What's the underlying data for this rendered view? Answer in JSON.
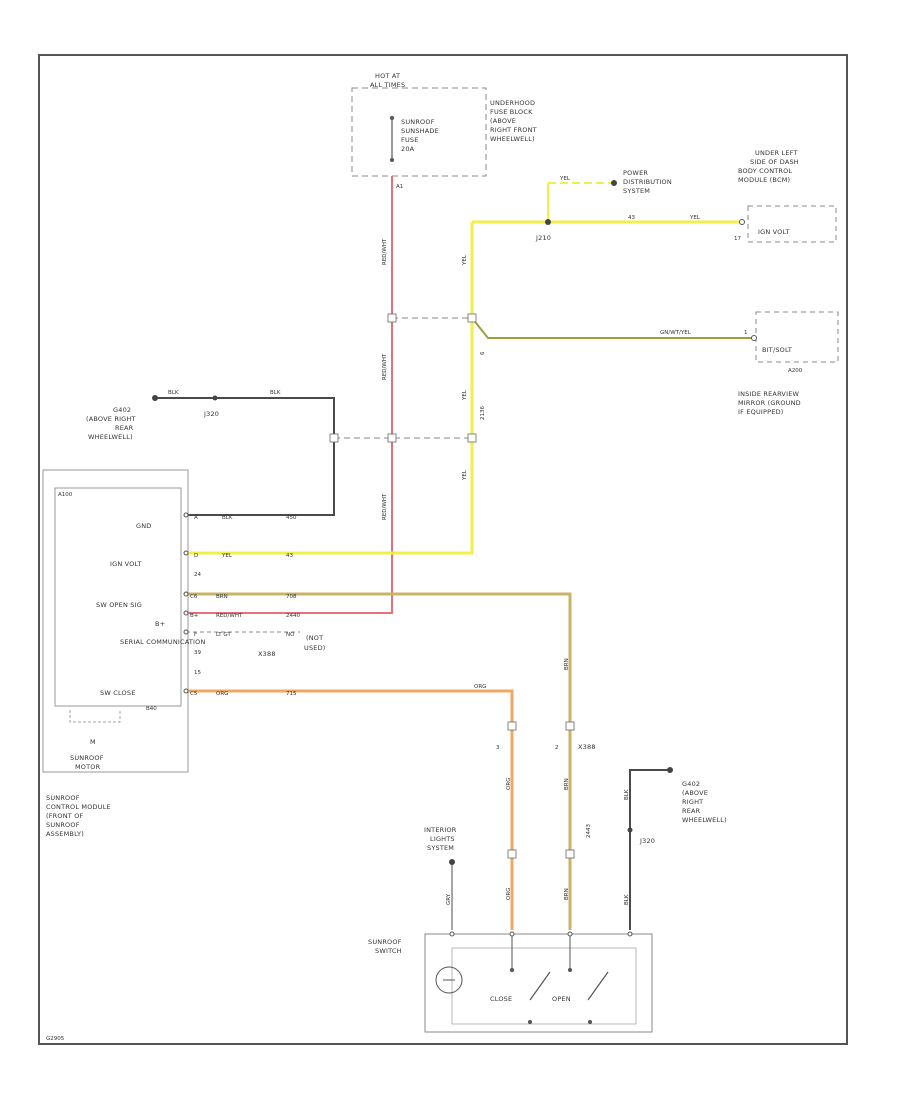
{
  "colors": {
    "red": "#e8707a",
    "yellow": "#f2ee4a",
    "tan": "#c9b365",
    "orange": "#f0a860",
    "black": "#4a4a4a",
    "green_yellow": "#9aa040",
    "dashed": "#888888",
    "frame": "#555555"
  },
  "fuse_block": {
    "top_label": [
      "HOT AT",
      "ALL TIMES"
    ],
    "fuse_label": [
      "SUNROOF",
      "SUNSHADE",
      "FUSE",
      "20A"
    ],
    "location": [
      "UNDERHOOD",
      "FUSE BLOCK",
      "(ABOVE",
      "RIGHT FRONT",
      "WHEELWELL)"
    ],
    "pin": "A1"
  },
  "power_distribution": {
    "label": [
      "POWER",
      "DISTRIBUTION",
      "SYSTEM"
    ],
    "wire": "YEL"
  },
  "splice_j210": {
    "name": "J210",
    "pin": "43",
    "wire": "YEL"
  },
  "bcm": {
    "location": [
      "UNDER LEFT",
      "SIDE OF DASH",
      "BODY CONTROL",
      "MODULE (BCM)"
    ],
    "pin": "17",
    "inner": "IGN VOLT"
  },
  "mirror": {
    "wire": "GN/WT/YEL",
    "pin": "1",
    "inner": "BIT/SOLT",
    "sub": "A200",
    "location": [
      "INSIDE REARVIEW",
      "MIRROR (GROUND",
      "IF EQUIPPED)"
    ]
  },
  "ground_left": {
    "location": [
      "G402",
      "(ABOVE RIGHT",
      "REAR",
      "WHEELWELL)"
    ],
    "splice": "J320",
    "wire": "BLK"
  },
  "vertical_labels": {
    "red_wire": "RED/WHT",
    "yellow_wire": "YEL",
    "yellow_num": "6",
    "yellow_lower": "2136",
    "tan_wire": "2443"
  },
  "module": {
    "connector": "A100",
    "pins": [
      {
        "num": "A",
        "label": "GND",
        "wire": "BLK",
        "circuit": "450"
      },
      {
        "num": "D",
        "label": "IGN VOLT",
        "wire": "YEL",
        "circuit": "43"
      },
      {
        "num": "24",
        "label": "",
        "wire": "",
        "circuit": ""
      },
      {
        "num": "C6",
        "label": "SW OPEN SIG",
        "wire": "BRN",
        "circuit": "708"
      },
      {
        "num": "B+",
        "label": "B+",
        "wire": "RED/WHT",
        "circuit": "2440"
      },
      {
        "num": "F",
        "label": "SERIAL COMMUNICATION",
        "wire": "LT GT",
        "circuit": "NO"
      },
      {
        "num": "39",
        "label": "",
        "wire": "",
        "circuit": ""
      },
      {
        "num": "15",
        "label": "",
        "wire": "",
        "circuit": ""
      },
      {
        "num": "C5",
        "label": "SW CLOSE",
        "wire": "ORG",
        "circuit": "715"
      }
    ],
    "not_used": [
      "(NOT",
      "USED)"
    ],
    "connector_x": "X388",
    "motor_label": "M",
    "motor_name": [
      "SUNROOF",
      "MOTOR"
    ],
    "bottom_pin": "B40",
    "location": [
      "SUNROOF",
      "CONTROL MODULE",
      "(FRONT OF",
      "SUNROOF",
      "ASSEMBLY)"
    ]
  },
  "lower_wires": {
    "org": "ORG",
    "brn": "BRN",
    "x388": "X388",
    "pin3": "3",
    "pin2": "2",
    "tan_circuit": "2443"
  },
  "ground_right": {
    "location": [
      "G402",
      "(ABOVE",
      "RIGHT",
      "REAR",
      "WHEELWELL)"
    ],
    "splice": "J320",
    "wire": "BLK"
  },
  "interior_lights": {
    "label": [
      "INTERIOR",
      "LIGHTS",
      "SYSTEM"
    ],
    "wire": "GRY"
  },
  "switch": {
    "label": [
      "SUNROOF",
      "SWITCH"
    ],
    "close": "CLOSE",
    "open": "OPEN"
  },
  "figure_id": "G2905"
}
